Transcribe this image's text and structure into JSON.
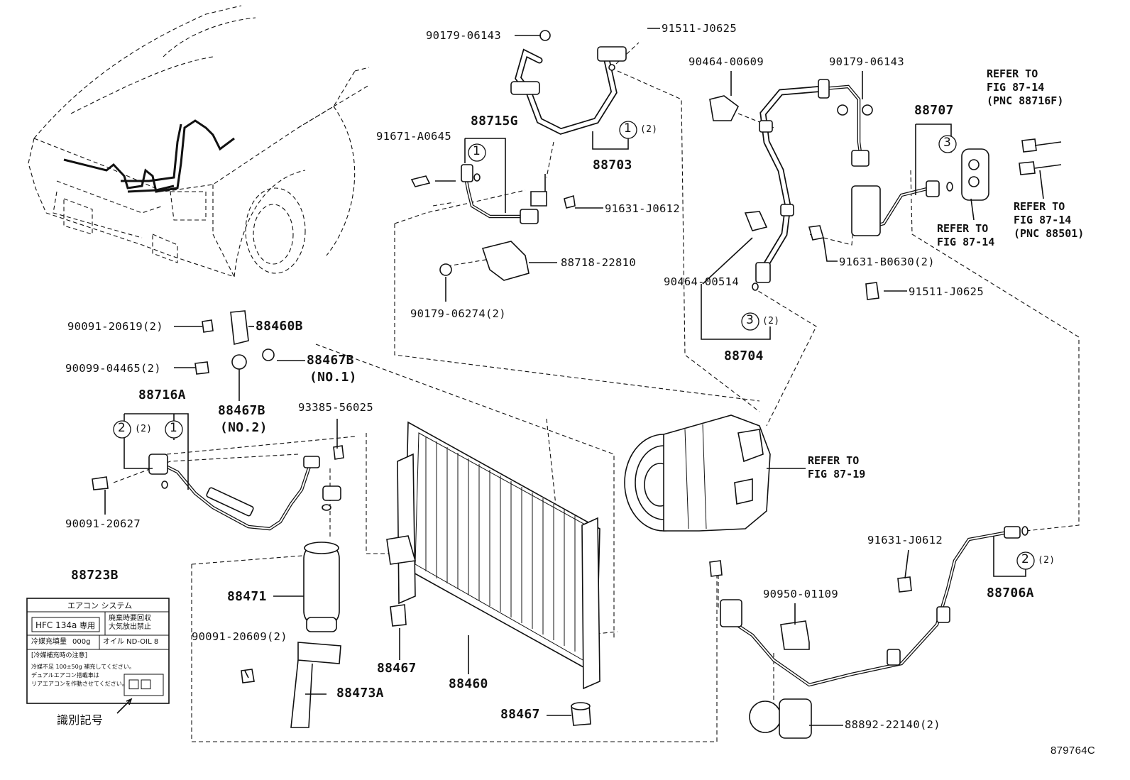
{
  "diagram_id": "879764C",
  "parts": {
    "p90179_06143_a": "90179-06143",
    "p91511_j0625_a": "91511-J0625",
    "p88715g": "88715G",
    "p91671_a0645": "91671-A0645",
    "p88703": "88703",
    "p91631_j0612_a": "91631-J0612",
    "p88718_22810": "88718-22810",
    "p90179_06274": "90179-06274(2)",
    "p90464_00609": "90464-00609",
    "p90179_06143_b": "90179-06143",
    "p88707": "88707",
    "p91631_b0630": "91631-B0630(2)",
    "p90464_00514": "90464-00514",
    "p91511_j0625_b": "91511-J0625",
    "p88704": "88704",
    "p90091_20619": "90091-20619(2)",
    "p88460b": "88460B",
    "p90099_04465": "90099-04465(2)",
    "p88467b_no1": "88467B",
    "no1": "(NO.1)",
    "p88716a": "88716A",
    "p88467b_no2": "88467B",
    "no2": "(NO.2)",
    "p93385_56025": "93385-56025",
    "p90091_20627": "90091-20627",
    "p88723b": "88723B",
    "p88471": "88471",
    "p90091_20609": "90091-20609(2)",
    "p88467_a": "88467",
    "p88460": "88460",
    "p88473a": "88473A",
    "p88467_b": "88467",
    "p91631_j0612_b": "91631-J0612",
    "p90950_01109": "90950-01109",
    "p88706a": "88706A",
    "p88892_22140": "88892-22140(2)"
  },
  "refs": {
    "r1": "REFER TO\nFIG 87-14\n(PNC 88716F)",
    "r2": "REFER TO\nFIG 87-14\n(PNC 88501)",
    "r3": "REFER TO\nFIG 87-14",
    "r4": "REFER TO\nFIG 87-19"
  },
  "circles": {
    "c1": "1",
    "c2": "2",
    "c3": "3",
    "qty2": "(2)"
  },
  "label_card": {
    "header": "エアコン システム",
    "refrigerant": "HFC 134a",
    "dedicated": "専用",
    "warning": "廃棄時要回収\n大気放出禁止",
    "fill_amount": "冷媒充填量",
    "fill_value": "000g",
    "oil": "オイル ND-OIL 8",
    "note_title": "[冷媒補充時の注意]",
    "note_body": "冷媒不足 100±50g 補充してください。\nデュアルエアコン搭載車は\nリアエアコンを作動させてください。",
    "id_boxes": "□□",
    "id_label": "識別記号"
  }
}
